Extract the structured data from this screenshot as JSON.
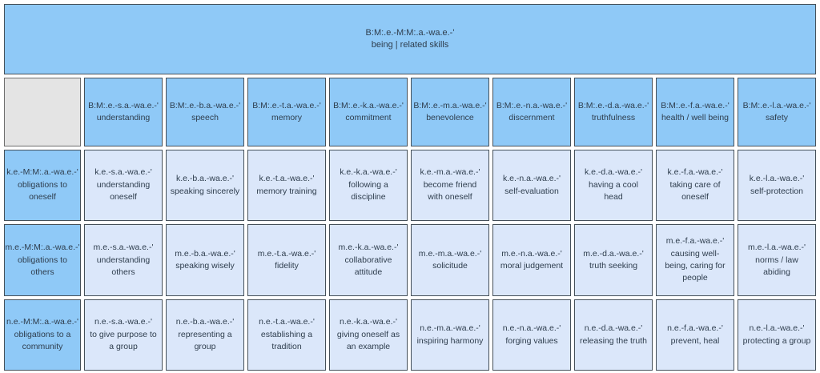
{
  "palette": {
    "header_fill": "#8fc9f7",
    "cell_fill": "#dbe7fa",
    "empty_fill": "#e4e4e4",
    "border": "#45505a",
    "text": "#2e3d4d",
    "background": "#ffffff"
  },
  "banner": {
    "code": "B:M:.e.-M:M:.a.-wa.e.-'",
    "label": "being | related skills"
  },
  "columns": [
    {
      "code": "B:M:.e.-s.a.-wa.e.-'",
      "label": "understanding"
    },
    {
      "code": "B:M:.e.-b.a.-wa.e.-'",
      "label": "speech"
    },
    {
      "code": "B:M:.e.-t.a.-wa.e.-'",
      "label": "memory"
    },
    {
      "code": "B:M:.e.-k.a.-wa.e.-'",
      "label": "commitment"
    },
    {
      "code": "B:M:.e.-m.a.-wa.e.-'",
      "label": "benevolence"
    },
    {
      "code": "B:M:.e.-n.a.-wa.e.-'",
      "label": "discernment"
    },
    {
      "code": "B:M:.e.-d.a.-wa.e.-'",
      "label": "truthfulness"
    },
    {
      "code": "B:M:.e.-f.a.-wa.e.-'",
      "label": "health / well being"
    },
    {
      "code": "B:M:.e.-l.a.-wa.e.-'",
      "label": "safety"
    }
  ],
  "rows": [
    {
      "header": {
        "code": "k.e.-M:M:.a.-wa.e.-'",
        "label": "obligations to oneself"
      },
      "cells": [
        {
          "code": "k.e.-s.a.-wa.e.-'",
          "label": "understanding oneself"
        },
        {
          "code": "k.e.-b.a.-wa.e.-'",
          "label": "speaking sincerely"
        },
        {
          "code": "k.e.-t.a.-wa.e.-'",
          "label": "memory training"
        },
        {
          "code": "k.e.-k.a.-wa.e.-'",
          "label": "following a discipline"
        },
        {
          "code": "k.e.-m.a.-wa.e.-'",
          "label": "become friend with oneself"
        },
        {
          "code": "k.e.-n.a.-wa.e.-'",
          "label": "self-evaluation"
        },
        {
          "code": "k.e.-d.a.-wa.e.-'",
          "label": "having a cool head"
        },
        {
          "code": "k.e.-f.a.-wa.e.-'",
          "label": "taking care of oneself"
        },
        {
          "code": "k.e.-l.a.-wa.e.-'",
          "label": "self-protection"
        }
      ]
    },
    {
      "header": {
        "code": "m.e.-M:M:.a.-wa.e.-'",
        "label": "obligations to others"
      },
      "cells": [
        {
          "code": "m.e.-s.a.-wa.e.-'",
          "label": "understanding others"
        },
        {
          "code": "m.e.-b.a.-wa.e.-'",
          "label": "speaking wisely"
        },
        {
          "code": "m.e.-t.a.-wa.e.-'",
          "label": "fidelity"
        },
        {
          "code": "m.e.-k.a.-wa.e.-'",
          "label": "collaborative attitude"
        },
        {
          "code": "m.e.-m.a.-wa.e.-'",
          "label": "solicitude"
        },
        {
          "code": "m.e.-n.a.-wa.e.-'",
          "label": "moral judgement"
        },
        {
          "code": "m.e.-d.a.-wa.e.-'",
          "label": "truth seeking"
        },
        {
          "code": "m.e.-f.a.-wa.e.-'",
          "label": "causing well-being, caring for people"
        },
        {
          "code": "m.e.-l.a.-wa.e.-'",
          "label": "norms / law abiding"
        }
      ]
    },
    {
      "header": {
        "code": "n.e.-M:M:.a.-wa.e.-'",
        "label": "obligations to a community"
      },
      "cells": [
        {
          "code": "n.e.-s.a.-wa.e.-'",
          "label": "to give purpose to a group"
        },
        {
          "code": "n.e.-b.a.-wa.e.-'",
          "label": "representing a group"
        },
        {
          "code": "n.e.-t.a.-wa.e.-'",
          "label": "establishing a tradition"
        },
        {
          "code": "n.e.-k.a.-wa.e.-'",
          "label": "giving oneself as an example"
        },
        {
          "code": "n.e.-m.a.-wa.e.-'",
          "label": "inspiring harmony"
        },
        {
          "code": "n.e.-n.a.-wa.e.-'",
          "label": "forging values"
        },
        {
          "code": "n.e.-d.a.-wa.e.-'",
          "label": "releasing the truth"
        },
        {
          "code": "n.e.-f.a.-wa.e.-'",
          "label": "prevent, heal"
        },
        {
          "code": "n.e.-l.a.-wa.e.-'",
          "label": "protecting a group"
        }
      ]
    }
  ]
}
